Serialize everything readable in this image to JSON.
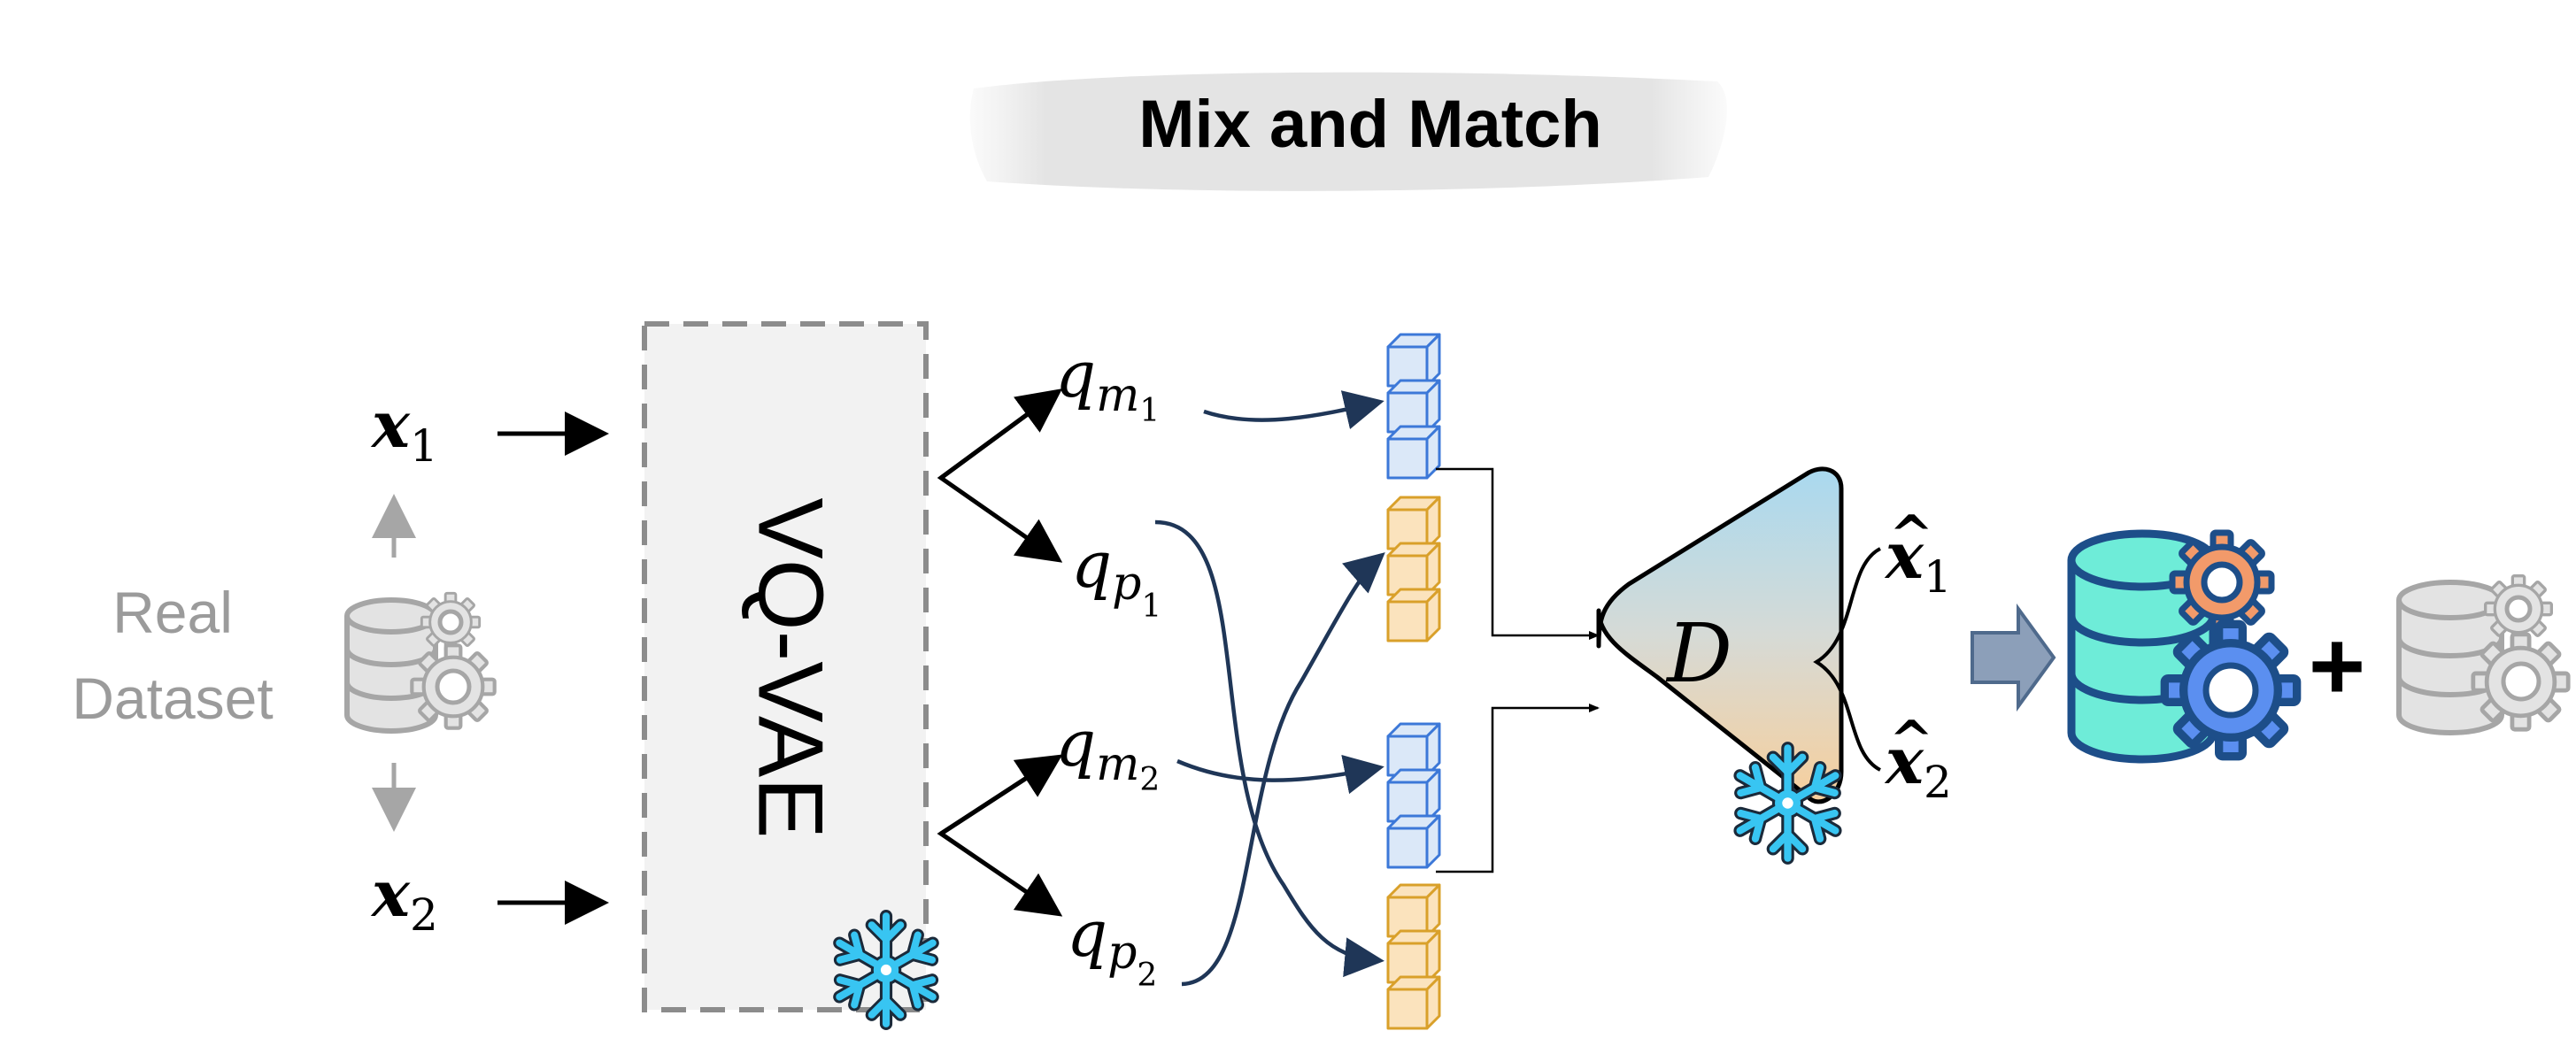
{
  "title": "Mix and Match",
  "dataset_label": [
    "Real",
    "Dataset"
  ],
  "encoder_label": "VQ-VAE",
  "decoder_label": "D",
  "inputs": [
    {
      "base": "x",
      "sub": "1"
    },
    {
      "base": "x",
      "sub": "2"
    }
  ],
  "latents": [
    {
      "base": "q",
      "sub": "m",
      "subsub": "1"
    },
    {
      "base": "q",
      "sub": "p",
      "subsub": "1"
    },
    {
      "base": "q",
      "sub": "m",
      "subsub": "2"
    },
    {
      "base": "q",
      "sub": "p",
      "subsub": "2"
    }
  ],
  "outputs": [
    {
      "base": "x",
      "hat": "^",
      "sub": "1"
    },
    {
      "base": "x",
      "hat": "^",
      "sub": "2"
    }
  ],
  "plus_sign": "+",
  "colors": {
    "blue_cube_fill": "#dbe8f8",
    "blue_cube_stroke": "#3c78d8",
    "orange_cube_fill": "#fbe3bd",
    "orange_cube_stroke": "#d9a02a",
    "arrow_navy": "#1f3657",
    "gray": "#a6a6a6",
    "db_teal": "#6eecd8",
    "db_navy": "#1d4e89",
    "gear_blue": "#5b8ff0",
    "gear_orange": "#f29a6a",
    "snowflake": "#38c5f2",
    "fat_arrow": "#8c9fb9"
  },
  "icons": [
    "snowflake-icon",
    "database-gear-icon",
    "gear-icon",
    "block-arrow-icon"
  ]
}
